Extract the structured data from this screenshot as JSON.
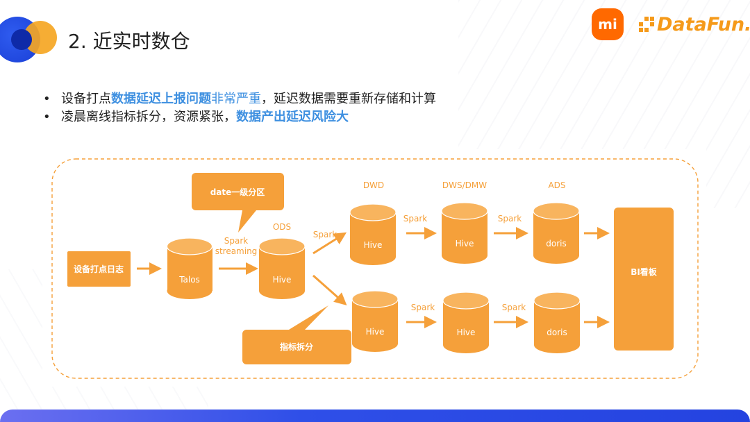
{
  "title": "2. 近实时数仓",
  "brand": {
    "mi": "mi",
    "datafun": "DataFun."
  },
  "bullets": [
    {
      "parts": [
        {
          "text": "设备打点",
          "style": "normal"
        },
        {
          "text": "数据延迟上报问题",
          "style": "hl-bold"
        },
        {
          "text": "非常严重",
          "style": "hl"
        },
        {
          "text": "，延迟数据需要重新存储和计算",
          "style": "normal"
        }
      ]
    },
    {
      "parts": [
        {
          "text": "凌晨离线指标拆分，资源紧张，",
          "style": "normal"
        },
        {
          "text": "数据产出延迟风险大",
          "style": "hl-bold"
        }
      ]
    }
  ],
  "diagram": {
    "source_box": "设备打点日志",
    "talos": "Talos",
    "ods_label": "ODS",
    "ods_hive": "Hive",
    "spark_streaming": [
      "Spark",
      "streaming"
    ],
    "callout_top": "date一级分区",
    "callout_bottom": "指标拆分",
    "layer_dwd": "DWD",
    "layer_dws": "DWS/DMW",
    "layer_ads": "ADS",
    "spark": "Spark",
    "top_row": [
      "Hive",
      "Hive",
      "doris"
    ],
    "bottom_row": [
      "Hive",
      "Hive",
      "doris"
    ],
    "bi": "BI看板"
  },
  "colors": {
    "orange": "#F5A03A",
    "accent_blue": "#3D8FE0"
  }
}
